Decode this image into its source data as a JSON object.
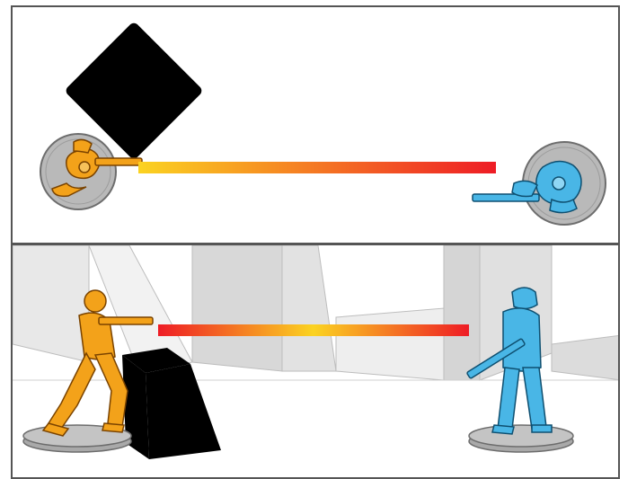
{
  "colors": {
    "attacker": "#f3a21a",
    "attacker_dark": "#b86a00",
    "defender": "#49b6e6",
    "defender_dark": "#1b6e98",
    "line_of_fire_start": "#fbd321",
    "line_of_fire_end": "#ee1c25",
    "cover": "#000000",
    "base": "#b9b9b9",
    "wall_light": "#e6e6e6",
    "wall_mid": "#d2d2d2"
  },
  "top_view": {
    "attacker": {
      "icon": "orange-soldier-icon"
    },
    "defender": {
      "icon": "blue-soldier-icon"
    },
    "cover": {
      "icon": "black-diamond-cover"
    },
    "line_of_fire": {
      "icon": "line-of-fire"
    }
  },
  "side_view": {
    "attacker": {
      "icon": "orange-soldier-icon"
    },
    "defender": {
      "icon": "blue-soldier-icon"
    },
    "cover": {
      "icon": "black-block-cover"
    },
    "line_of_fire": {
      "icon": "line-of-fire"
    }
  }
}
